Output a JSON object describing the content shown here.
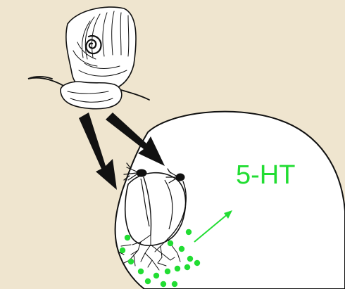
{
  "diagram": {
    "serotonin_label": "5-HT",
    "colors": {
      "background": "#efe5cf",
      "outline": "#111111",
      "organ_fill": "#ffffff",
      "serotonin": "#22dd33"
    },
    "icons": {
      "animal": "snail-drawing",
      "arrows": "input-arrow",
      "release_arrow": "diffusion-arrow"
    }
  }
}
